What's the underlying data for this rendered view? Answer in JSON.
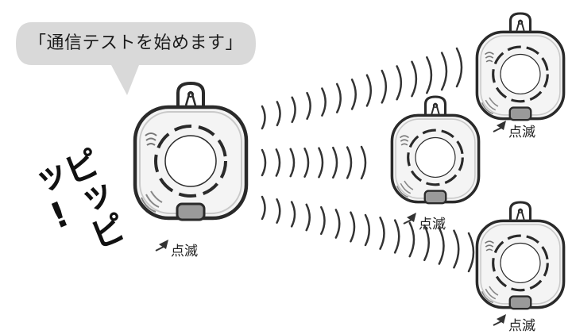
{
  "speech_bubble": {
    "text": "「通信テストを始めます」"
  },
  "sound_effect": {
    "text": "ピッピッ!"
  },
  "blink_label": "点滅",
  "detectors": [
    {
      "role": "main-unit",
      "label": "点滅"
    },
    {
      "role": "remote-unit-top",
      "label": "点滅"
    },
    {
      "role": "remote-unit-middle",
      "label": "点滅"
    },
    {
      "role": "remote-unit-bottom",
      "label": "点滅"
    }
  ],
  "colors": {
    "outline": "#2a2a2a",
    "body_fill": "#f4f4f4",
    "led_fill": "#9a9a9a",
    "bubble_fill": "#d9d9d9",
    "wave_stroke": "#333333"
  },
  "icons": [
    "speaker-icon",
    "blink-indicator-icon",
    "hanger-loop-icon"
  ]
}
